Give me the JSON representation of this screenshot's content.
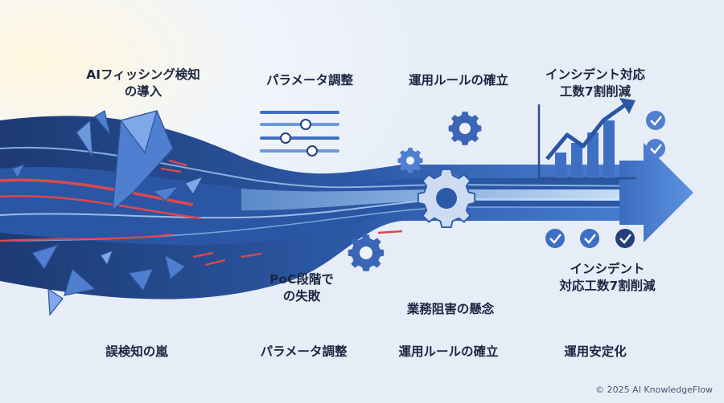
{
  "top_labels": {
    "ai_phishing": "AIフィッシング検知\nの導入",
    "param_tuning": "パラメータ調整",
    "ops_rules": "運用ルールの確立",
    "incident_reduction": "インシデント対応\n工数7割削減"
  },
  "mid_labels": {
    "poc_failure": "PoC段階で\nの失敗",
    "business_concern": "業務阻害の懸念",
    "incident_reduction": "インシデント\n対応工数7割削減"
  },
  "bottom_labels": {
    "false_positive_storm": "誤検知の嵐",
    "param_tuning": "パラメータ調整",
    "ops_rules": "運用ルールの確立",
    "ops_stable": "運用安定化"
  },
  "footer": {
    "copyright": "© 2025 AI KnowledgeFlow"
  },
  "colors": {
    "navy": "#23407a",
    "blue": "#3d6fc4",
    "light_blue": "#7fb0ea",
    "red": "#e0474c",
    "shard": "#4f7fd0"
  },
  "icons": {
    "shards": "broken-shard-icon",
    "sliders": "slider-controls-icon",
    "gears": "gear-icon",
    "chart": "rising-bar-chart-icon",
    "checks": "check-circle-icon",
    "arrow": "flow-arrow-icon"
  }
}
